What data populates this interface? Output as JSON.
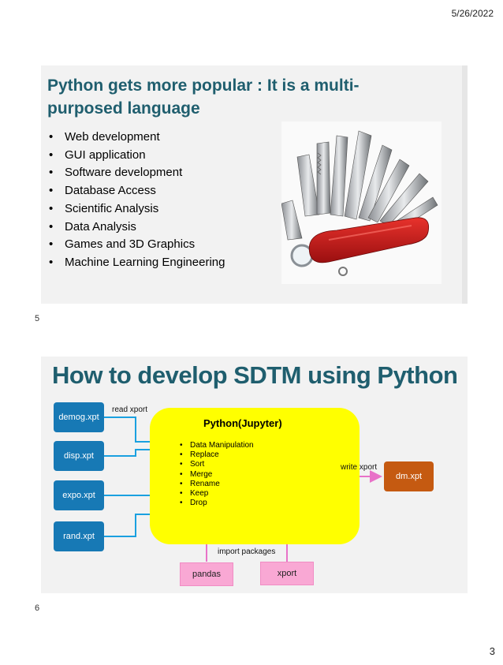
{
  "header": {
    "date": "5/26/2022"
  },
  "footer": {
    "page_number": "3"
  },
  "slide1": {
    "title": "Python gets more popular : It is a multi-purposed language",
    "bullets": [
      "Web development",
      "GUI application",
      "Software development",
      "Database Access",
      "Scientific Analysis",
      "Data Analysis",
      "Games and 3D Graphics",
      "Machine Learning Engineering"
    ],
    "slide_number": "5"
  },
  "slide2": {
    "title": "How to develop SDTM using Python",
    "inputs": [
      "demog.xpt",
      "disp.xpt",
      "expo.xpt",
      "rand.xpt"
    ],
    "read_label": "read xport",
    "center_title": "Python(Jupyter)",
    "operations": [
      "Data Manipulation",
      "Replace",
      "Sort",
      "Merge",
      "Rename",
      "Keep",
      "Drop"
    ],
    "write_label": "write xport",
    "output": "dm.xpt",
    "import_label": "import packages",
    "packages": [
      "pandas",
      "xport"
    ],
    "slide_number": "6",
    "colors": {
      "input_box": "#1779b5",
      "center_box": "#ffff00",
      "output_box": "#c55a11",
      "package_box": "#f9a8d4",
      "input_arrow": "#1aa0e0",
      "package_arrow": "#e872c8"
    }
  }
}
